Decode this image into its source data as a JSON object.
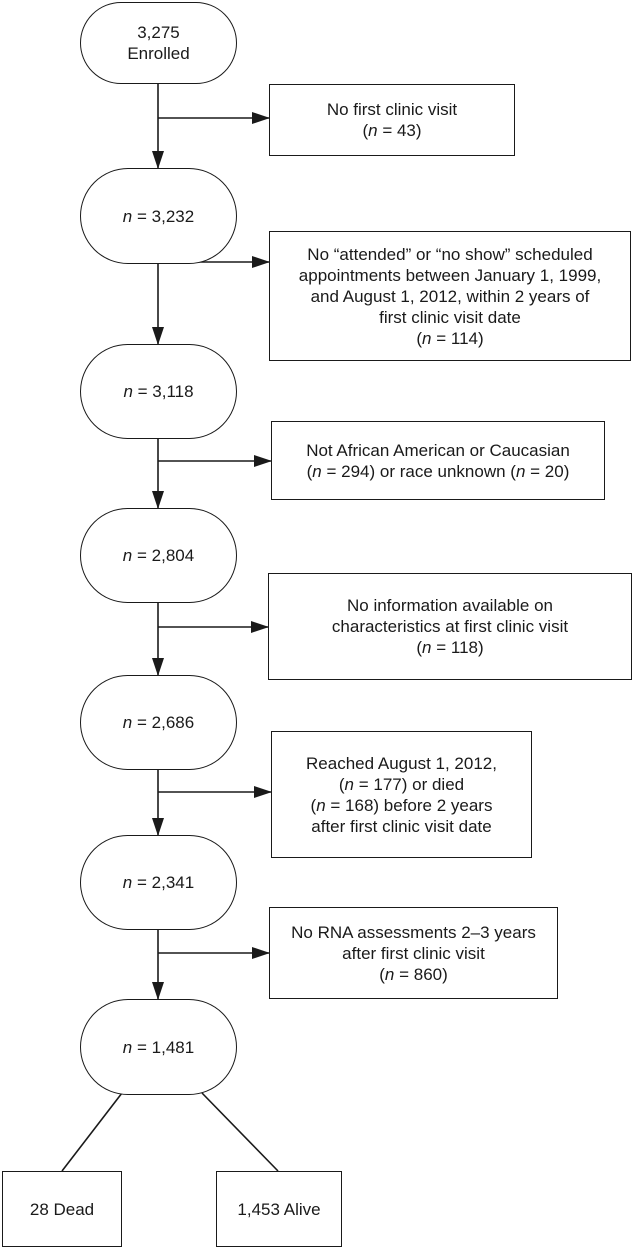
{
  "flow": {
    "start": {
      "line1": "3,275",
      "line2": "Enrolled"
    },
    "steps": [
      {
        "prefix": "n",
        "value": " = 3,232"
      },
      {
        "prefix": "n",
        "value": " = 3,118"
      },
      {
        "prefix": "n",
        "value": " = 2,804"
      },
      {
        "prefix": "n",
        "value": " = 2,686"
      },
      {
        "prefix": "n",
        "value": " = 2,341"
      },
      {
        "prefix": "n",
        "value": " = 1,481"
      }
    ],
    "exclusions": [
      {
        "line1": "No first clinic visit",
        "line2_pre": "(",
        "line2_n": "n",
        "line2_post": " = 43)"
      },
      {
        "line1": "No “attended” or “no show” scheduled",
        "line2": "appointments between January 1, 1999,",
        "line3": "and August 1, 2012, within 2 years of",
        "line4": "first clinic visit date",
        "line5_pre": "(",
        "line5_n": "n",
        "line5_post": " = 114)"
      },
      {
        "line1": "Not African American or Caucasian",
        "line2_pre": "(",
        "line2_n": "n",
        "line2_mid": " = 294) or race unknown (",
        "line2_n2": "n",
        "line2_post": " = 20)"
      },
      {
        "line1": "No information available on",
        "line2": "characteristics at first clinic visit",
        "line3_pre": "(",
        "line3_n": "n",
        "line3_post": " = 118)"
      },
      {
        "line1": "Reached August 1, 2012,",
        "line2_pre": "(",
        "line2_n": "n",
        "line2_post": " = 177) or died",
        "line3_pre": "(",
        "line3_n": "n",
        "line3_post": " = 168) before 2 years",
        "line4": "after first clinic visit date"
      },
      {
        "line1": "No RNA assessments 2–3 years",
        "line2": "after first clinic visit",
        "line3_pre": "(",
        "line3_n": "n",
        "line3_post": " = 860)"
      }
    ],
    "outcomes": [
      {
        "label": "28 Dead"
      },
      {
        "label": "1,453 Alive"
      }
    ]
  }
}
